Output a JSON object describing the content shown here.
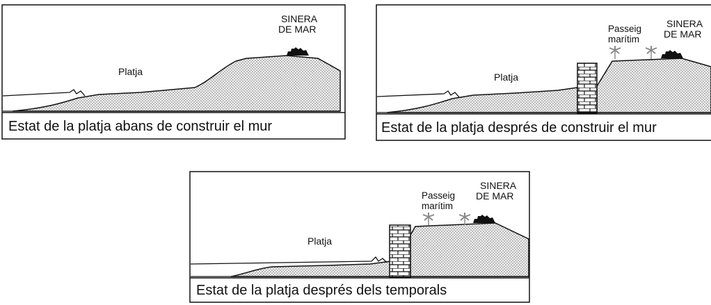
{
  "panels": [
    {
      "caption": "Estat de la platja abans de construir el mur",
      "beach_label": "Platja",
      "town_line1": "SINERA",
      "town_line2": "DE MAR"
    },
    {
      "caption": "Estat de la platja després de construir el mur",
      "beach_label": "Platja",
      "promenade_line1": "Passeig",
      "promenade_line2": "marítim",
      "town_line1": "SINERA",
      "town_line2": "DE MAR"
    },
    {
      "caption": "Estat de la platja després dels temporals",
      "beach_label": "Platja",
      "promenade_line1": "Passeig",
      "promenade_line2": "marítim",
      "town_line1": "SINERA",
      "town_line2": "DE MAR"
    }
  ],
  "icons": {
    "wall": "brick-wall-icon",
    "tree": "palm-tree-icon",
    "town": "town-buildings-icon",
    "wave": "wave-icon"
  },
  "colors": {
    "stroke": "#111111",
    "sand_fill": "#e9e9e9",
    "tree": "#8a8a8a",
    "wall_fill": "#ffffff"
  }
}
